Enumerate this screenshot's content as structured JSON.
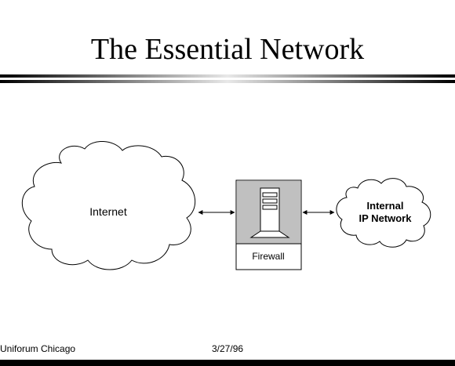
{
  "slide": {
    "title": "The Essential Network"
  },
  "diagram": {
    "internet_label": "Internet",
    "firewall_label": "Firewall",
    "internal_label_line1": "Internal",
    "internal_label_line2": "IP Network"
  },
  "footer": {
    "left": "Uniforum Chicago",
    "center": "3/27/96"
  },
  "colors": {
    "bar_dark": "#000000",
    "bar_light": "#ffffff",
    "firewall_panel": "#c0c0c0"
  }
}
